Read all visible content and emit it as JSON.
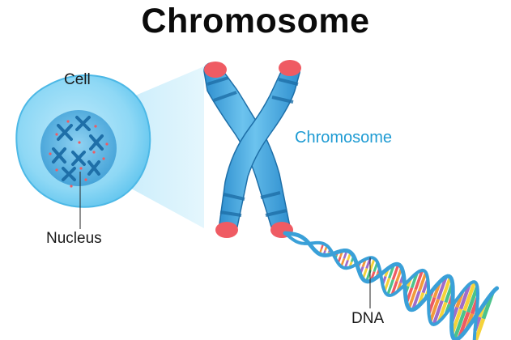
{
  "title": "Chromosome",
  "labels": {
    "cell": "Cell",
    "nucleus": "Nucleus",
    "chromosome": "Chromosome",
    "dna": "DNA"
  },
  "colors": {
    "cell_fill": "#8ed8f5",
    "cell_edge": "#4cb8e6",
    "nucleus_fill": "#4aaee0",
    "chromosome_body": "#3d9ed8",
    "chromosome_band": "#1e6fa8",
    "telomere": "#ef5b63",
    "zoom_cone": "#cdeffb",
    "dna_backbone": "#3aa0d8",
    "label_accent": "#1e9bd3",
    "base_colors": [
      "#f5d33a",
      "#ef5b63",
      "#a06cc9",
      "#4cc38a",
      "#f29a3b"
    ]
  }
}
